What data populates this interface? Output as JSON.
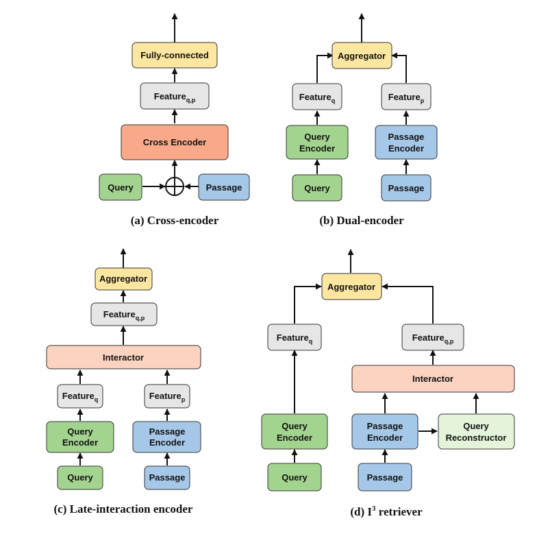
{
  "a": {
    "fc": "Fully-connected",
    "feat": "Feature",
    "feat_sub": "q,p",
    "encoder": "Cross Encoder",
    "query": "Query",
    "passage": "Passage",
    "caption": "(a) Cross-encoder"
  },
  "b": {
    "agg": "Aggregator",
    "feat_q": "Feature",
    "feat_q_sub": "q",
    "feat_p": "Feature",
    "feat_p_sub": "p",
    "qenc_1": "Query",
    "qenc_2": "Encoder",
    "penc_1": "Passage",
    "penc_2": "Encoder",
    "query": "Query",
    "passage": "Passage",
    "caption": "(b) Dual-encoder"
  },
  "c": {
    "agg": "Aggregator",
    "feat": "Feature",
    "feat_sub": "q,p",
    "interactor": "Interactor",
    "feat_q": "Feature",
    "feat_q_sub": "q",
    "feat_p": "Feature",
    "feat_p_sub": "p",
    "qenc_1": "Query",
    "qenc_2": "Encoder",
    "penc_1": "Passage",
    "penc_2": "Encoder",
    "query": "Query",
    "passage": "Passage",
    "caption": "(c) Late-interaction encoder"
  },
  "d": {
    "agg": "Aggregator",
    "feat_q": "Feature",
    "feat_q_sub": "q",
    "feat_qp": "Feature",
    "feat_qp_sub": "q,p",
    "interactor": "Interactor",
    "qenc_1": "Query",
    "qenc_2": "Encoder",
    "penc_1": "Passage",
    "penc_2": "Encoder",
    "qrec_1": "Query",
    "qrec_2": "Reconstructor",
    "query": "Query",
    "passage": "Passage",
    "caption_pre": "(d) I",
    "caption_sup": "3",
    "caption_post": " retriever"
  },
  "colors": {
    "yellow": "#fde7a0",
    "gray": "#e6e6e6",
    "salmon": "#f9a98a",
    "pink": "#fcd2c1",
    "green": "#a3d48f",
    "blue": "#a6c8e8",
    "lightgreen": "#e3f4da",
    "stroke": "#333333"
  }
}
